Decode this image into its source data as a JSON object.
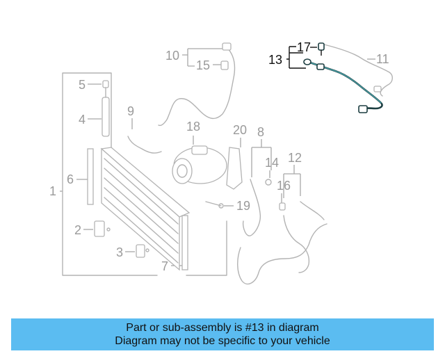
{
  "diagram": {
    "callouts": [
      {
        "id": "c1",
        "text": "1",
        "highlight": false
      },
      {
        "id": "c2",
        "text": "2",
        "highlight": false
      },
      {
        "id": "c3",
        "text": "3",
        "highlight": false
      },
      {
        "id": "c4",
        "text": "4",
        "highlight": false
      },
      {
        "id": "c5",
        "text": "5",
        "highlight": false
      },
      {
        "id": "c6",
        "text": "6",
        "highlight": false
      },
      {
        "id": "c7",
        "text": "7",
        "highlight": false
      },
      {
        "id": "c8",
        "text": "8",
        "highlight": false
      },
      {
        "id": "c9",
        "text": "9",
        "highlight": false
      },
      {
        "id": "c10",
        "text": "10",
        "highlight": false
      },
      {
        "id": "c11",
        "text": "11",
        "highlight": false
      },
      {
        "id": "c12",
        "text": "12",
        "highlight": false
      },
      {
        "id": "c13",
        "text": "13",
        "highlight": true
      },
      {
        "id": "c14",
        "text": "14",
        "highlight": false
      },
      {
        "id": "c15",
        "text": "15",
        "highlight": false
      },
      {
        "id": "c16",
        "text": "16",
        "highlight": false
      },
      {
        "id": "c17",
        "text": "17",
        "highlight": true
      },
      {
        "id": "c18",
        "text": "18",
        "highlight": false
      },
      {
        "id": "c19",
        "text": "19",
        "highlight": false
      },
      {
        "id": "c20",
        "text": "20",
        "highlight": false
      }
    ],
    "colors": {
      "faded": "#b3b3b3",
      "highlight_part": "#1c3d40",
      "highlight_label": "#111111"
    }
  },
  "banner": {
    "line1": "Part or sub-assembly is #13 in diagram",
    "line2": "Diagram may not be specific to your vehicle",
    "color": "#5bbcf1"
  }
}
